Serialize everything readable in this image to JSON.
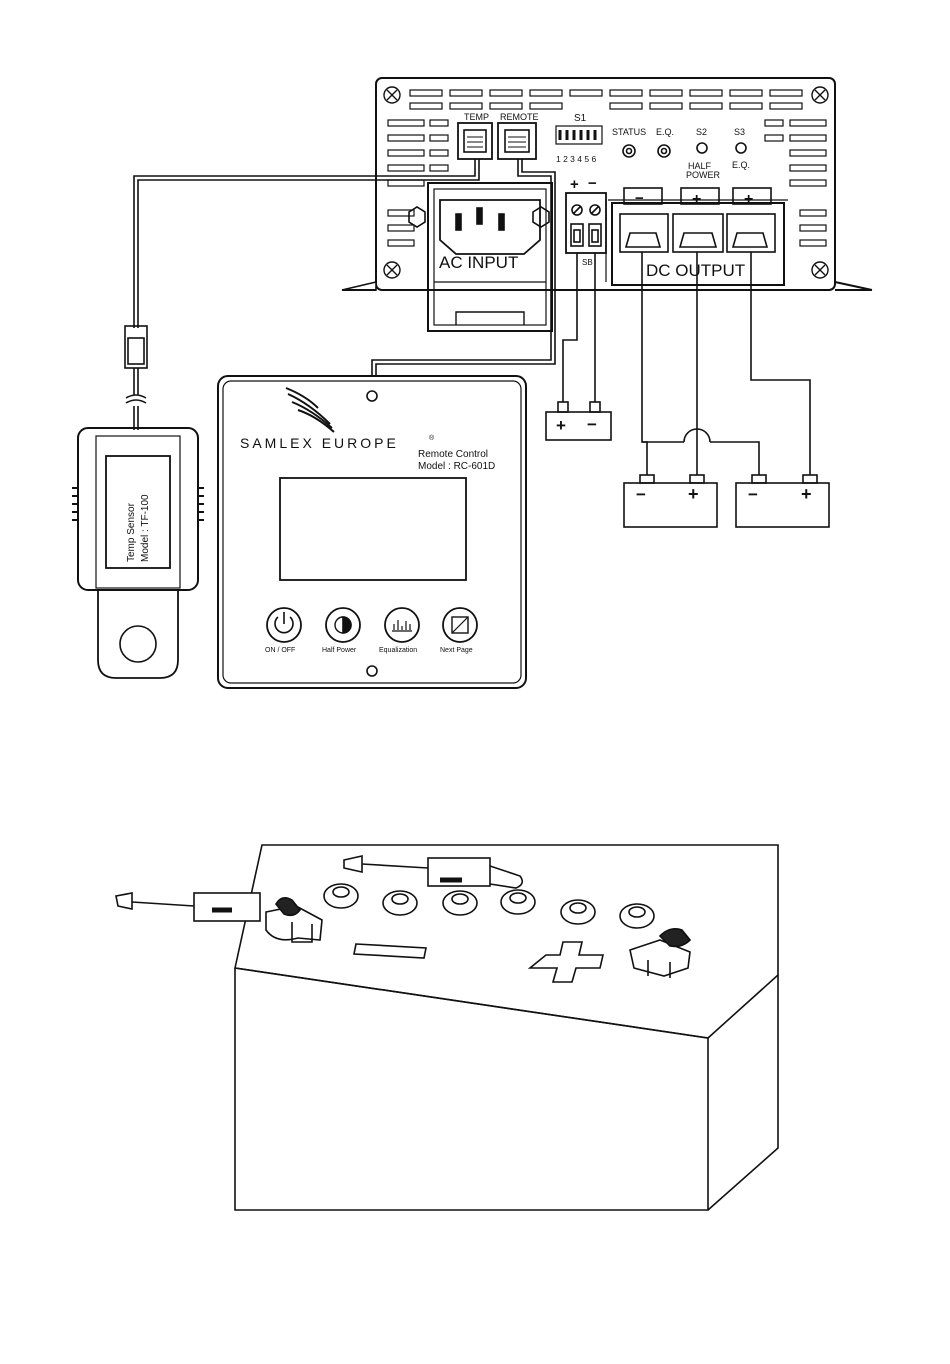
{
  "charger": {
    "temp_port": "TEMP",
    "remote_port": "REMOTE",
    "s1_label": "S1",
    "s1_switch_numbers": "1 2 3 4 5 6",
    "status_label": "STATUS",
    "eq_label": "E.Q.",
    "s2_label": "S2",
    "s2_sub": "HALF",
    "s2_sub2": "POWER",
    "s3_label": "S3",
    "s3_sub": "E.Q.",
    "ac_input": "AC INPUT",
    "dc_output": "DC OUTPUT",
    "sb_label": "SB",
    "sb_plus": "+",
    "sb_minus": "−",
    "out_minus": "−",
    "out_plus_1": "+",
    "out_plus_2": "+"
  },
  "remote": {
    "brand": "SAMLEX EUROPE",
    "brand_mark": "®",
    "title": "Remote Control",
    "model": "Model : RC-601D",
    "buttons": [
      {
        "label": "ON / OFF",
        "icon": "power-icon"
      },
      {
        "label": "Half Power",
        "icon": "half-circle-icon"
      },
      {
        "label": "Equalization",
        "icon": "equalization-icon"
      },
      {
        "label": "Next Page",
        "icon": "next-page-icon"
      }
    ]
  },
  "sensor": {
    "line1": "Temp Sensor",
    "line2": "Model : TF-100"
  },
  "starting_battery": {
    "plus": "+",
    "minus": "−"
  },
  "batteries": [
    {
      "minus": "−",
      "plus": "+"
    },
    {
      "minus": "−",
      "plus": "+"
    }
  ]
}
